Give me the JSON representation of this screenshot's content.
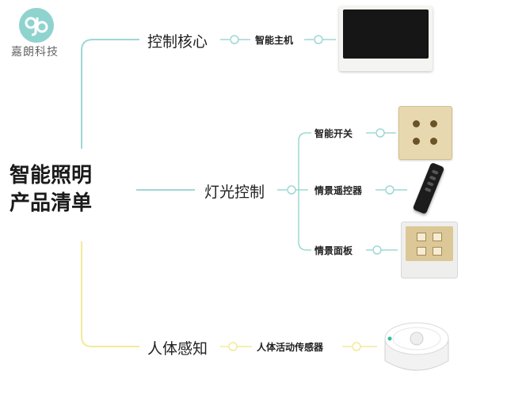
{
  "brand": {
    "logo_icon": "gb-monogram-logo",
    "name": "嘉朗科技"
  },
  "root": {
    "line1": "智能照明",
    "line2": "产品清单"
  },
  "branches": [
    {
      "label": "控制核心",
      "items": [
        {
          "label": "智能主机",
          "device_icon": "wall-panel-screen-icon"
        }
      ]
    },
    {
      "label": "灯光控制",
      "items": [
        {
          "label": "智能开关",
          "device_icon": "four-button-gold-switch-icon"
        },
        {
          "label": "情景遥控器",
          "device_icon": "black-remote-icon"
        },
        {
          "label": "情景面板",
          "device_icon": "scene-panel-icon"
        }
      ]
    },
    {
      "label": "人体感知",
      "items": [
        {
          "label": "人体活动传感器",
          "device_icon": "motion-sensor-icon"
        }
      ]
    }
  ],
  "colors": {
    "teal": "#8fd3cf",
    "yellow": "#f4ec9a",
    "tv_screen": "#161616",
    "gold_switch": "#e8d8b0"
  }
}
